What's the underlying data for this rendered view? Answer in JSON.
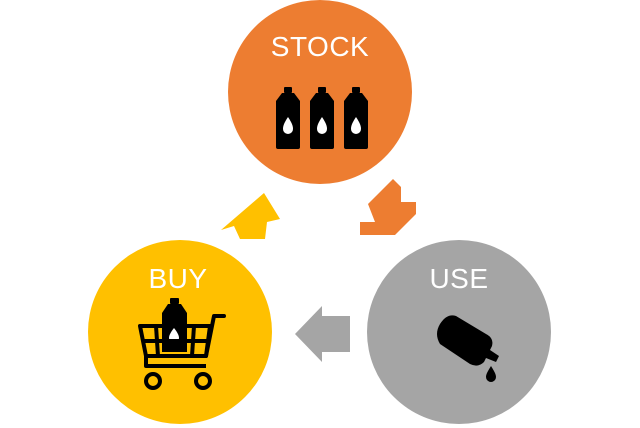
{
  "nodes": {
    "stock": {
      "label": "STOCK",
      "color": "#ED7D31",
      "icon": "three-bottles-icon"
    },
    "use": {
      "label": "USE",
      "color": "#A5A5A5",
      "icon": "pouring-bottle-icon"
    },
    "buy": {
      "label": "BUY",
      "color": "#FFC000",
      "icon": "shopping-cart-icon"
    }
  },
  "arrows": {
    "stock_to_use": {
      "color": "#ED7D31"
    },
    "use_to_buy": {
      "color": "#A5A5A5"
    },
    "buy_to_stock": {
      "color": "#FFC000"
    }
  },
  "icon_color": "#000000"
}
